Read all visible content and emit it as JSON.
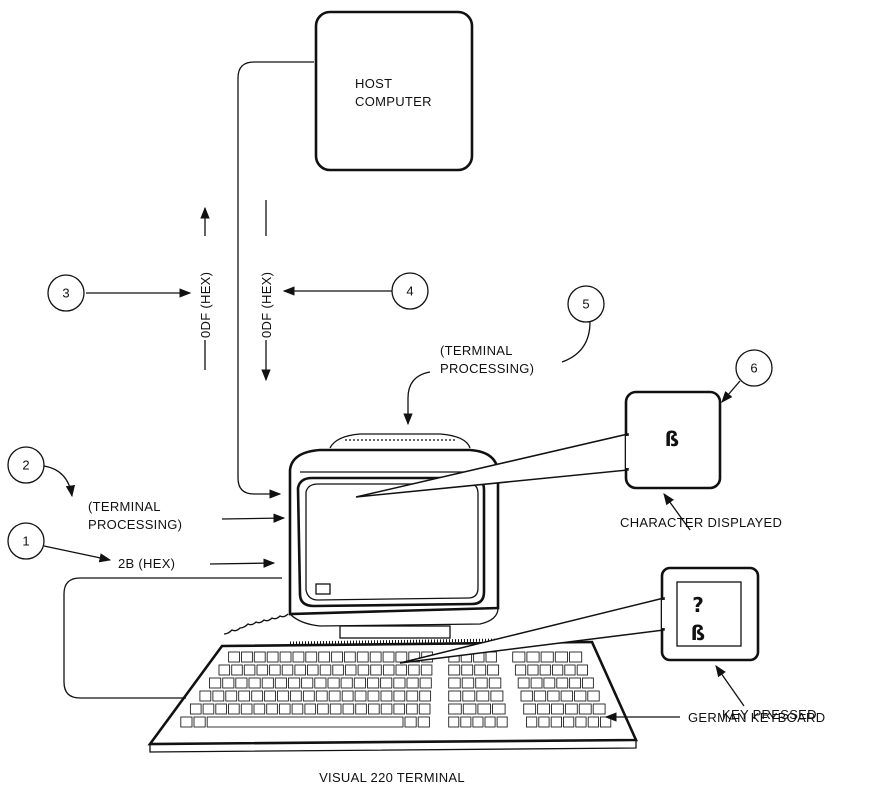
{
  "host": {
    "line1": "HOST",
    "line2": "COMPUTER"
  },
  "steps": [
    {
      "number": "1",
      "text": "2B (HEX)"
    },
    {
      "number": "2",
      "line1": "(TERMINAL",
      "line2": "PROCESSING)"
    },
    {
      "number": "3",
      "text": "0DF (HEX)"
    },
    {
      "number": "4",
      "text": "0DF (HEX)"
    },
    {
      "number": "5",
      "line1": "(TERMINAL",
      "line2": "PROCESSING)"
    },
    {
      "number": "6"
    }
  ],
  "display_callout": {
    "glyph": "ß",
    "caption": "CHARACTER DISPLAYED"
  },
  "key_callout": {
    "glyph_top": "?",
    "glyph_bottom": "ß",
    "caption": "KEY PRESSED"
  },
  "keyboard_label": "GERMAN KEYBOARD",
  "caption": "VISUAL 220 TERMINAL"
}
